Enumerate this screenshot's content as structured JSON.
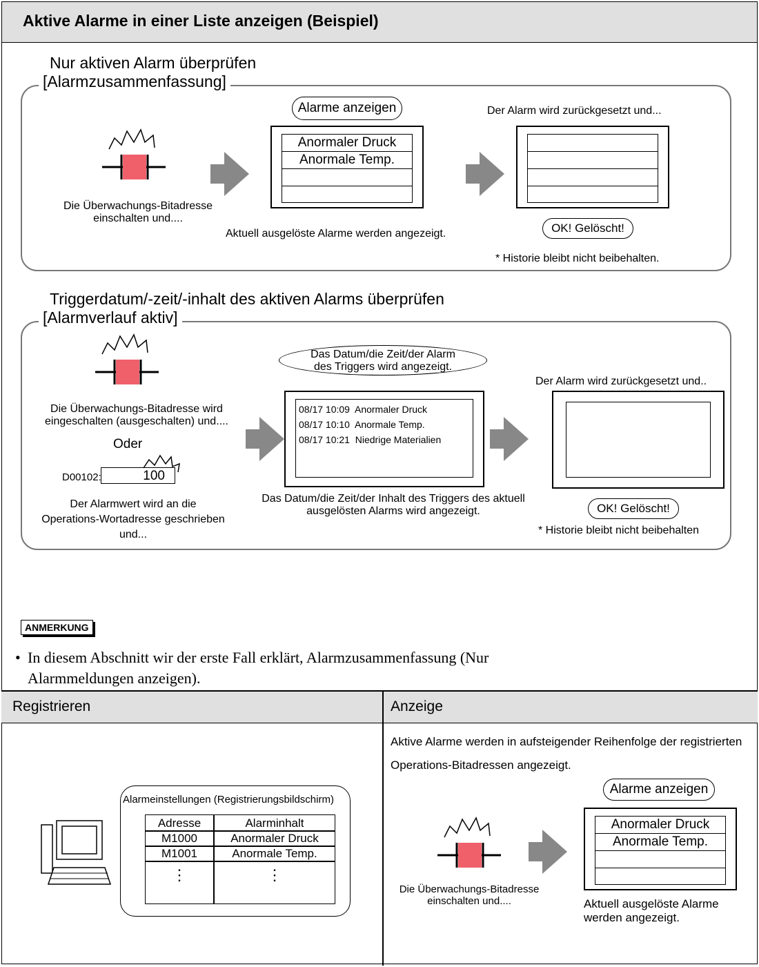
{
  "header": {
    "title": "Aktive Alarme in einer Liste anzeigen (Beispiel)"
  },
  "section1": {
    "heading": "Nur aktiven Alarm überprüfen",
    "title": "[Alarmzusammenfassung]",
    "step1_label": "Die Überwachungs-Bitadresse einschalten und....",
    "bubble": "Alarme anzeigen",
    "rows": [
      "Anormaler Druck",
      "Anormale Temp.",
      "",
      ""
    ],
    "step2_label": "Aktuell ausgelöste Alarme werden angezeigt.",
    "step3_top": "Der Alarm wird zurückgesetzt und...",
    "cleared": "OK! Gelöscht!",
    "note": "* Historie bleibt nicht beibehalten."
  },
  "section2": {
    "heading": "Triggerdatum/-zeit/-inhalt des aktiven Alarms überprüfen",
    "title": "[Alarmverlauf aktiv]",
    "step1_label": "Die Überwachungs-Bitadresse wird eingeschalten (ausgeschalten) und....",
    "or": "Oder",
    "address": "D00102:",
    "value": "100",
    "step1b_label": "Der Alarmwert wird an die Operations-Wortadresse geschrieben und...",
    "bubble": "Das Datum/die Zeit/der Alarm des Triggers wird angezeigt.",
    "rows": [
      {
        "time": "08/17 10:09",
        "text": "Anormaler Druck"
      },
      {
        "time": "08/17 10:10",
        "text": "Anormale Temp."
      },
      {
        "time": "08/17 10:21",
        "text": "Niedrige Materialien"
      }
    ],
    "step2_label": "Das Datum/die Zeit/der Inhalt des Triggers des aktuell ausgelösten Alarms wird angezeigt.",
    "step3_top": "Der Alarm wird zurückgesetzt und..",
    "cleared": "OK! Gelöscht!",
    "note": "* Historie bleibt nicht beibehalten"
  },
  "note_box": {
    "label": "ANMERKUNG",
    "bullet": "•",
    "text_line1": "In diesem Abschnitt wir der erste Fall erklärt, Alarmzusammenfassung (Nur",
    "text_line2": "Alarmmeldungen anzeigen)."
  },
  "table": {
    "col1": "Registrieren",
    "col2": "Anzeige",
    "reg_bubble_title": "Alarmeinstellungen (Registrierungsbildschirm)",
    "reg_headers": [
      "Adresse",
      "Alarminhalt"
    ],
    "reg_rows": [
      [
        "M1000",
        "Anormaler Druck"
      ],
      [
        "M1001",
        "Anormale Temp."
      ]
    ],
    "reg_dots": "⋮",
    "display_text": "Aktive Alarme werden in aufsteigender Reihenfolge der registrierten Operations-Bitadressen angezeigt.",
    "display_bubble": "Alarme anzeigen",
    "display_rows": [
      "Anormaler Druck",
      "Anormale Temp.",
      "",
      ""
    ],
    "display_label": "Die Überwachungs-Bitadresse einschalten und....",
    "display_caption": "Aktuell ausgelöste Alarme werden angezeigt."
  },
  "colors": {
    "lamp": "#f0606a",
    "arrow": "#888888",
    "header_bg": "#e0e0e0"
  }
}
